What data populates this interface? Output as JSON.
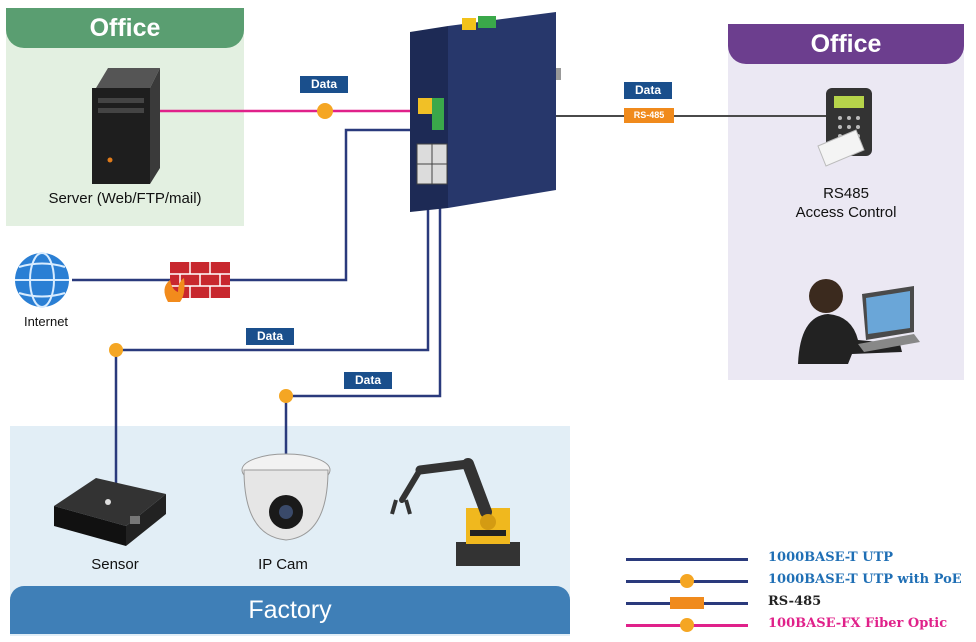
{
  "offices": {
    "left_title": "Office",
    "right_title": "Office"
  },
  "labels": {
    "server": "Server (Web/FTP/mail)",
    "internet": "Internet",
    "access_control": "RS485\nAccess Control",
    "sensor": "Sensor",
    "ip_cam": "IP Cam",
    "factory": "Factory"
  },
  "tags": {
    "data_top": "Data",
    "data_right": "Data",
    "data_mid": "Data",
    "data_low": "Data",
    "rs485_badge": "RS-485"
  },
  "legend": [
    {
      "label": "1000BASE-T UTP",
      "color": "#2a3a7c",
      "text_color": "#1f6fb5",
      "badge": ""
    },
    {
      "label": "1000BASE-T UTP with PoE",
      "color": "#2a3a7c",
      "text_color": "#1f6fb5",
      "badge": "poe"
    },
    {
      "label": "RS-485",
      "color": "#2a3a7c",
      "text_color": "#222222",
      "badge": "rs485"
    },
    {
      "label": "100BASE-FX Fiber Optic",
      "color": "#e0218a",
      "text_color": "#e0218a",
      "badge": "fiber"
    }
  ],
  "colors": {
    "utp": "#2a3a7c",
    "fiber": "#e0218a",
    "poe_badge": "#f5a623",
    "rs485_badge": "#f08a1c",
    "data_tag": "#1a4f8c"
  }
}
